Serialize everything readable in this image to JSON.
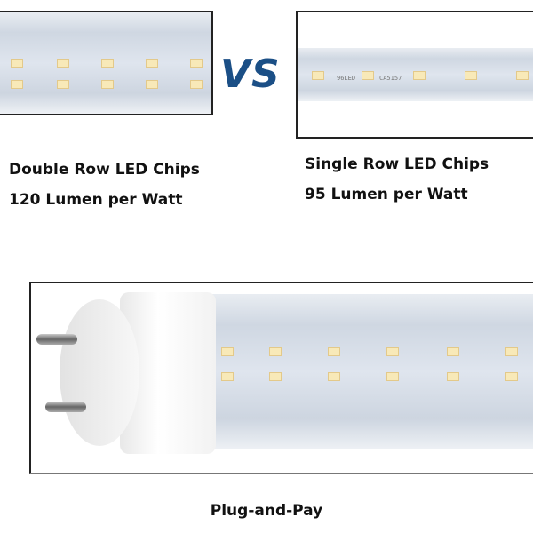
{
  "comparison": {
    "vs_label": "VS",
    "left": {
      "line1": "Double Row LED Chips",
      "line2": "120 Lumen per Watt"
    },
    "right": {
      "line1": "Single Row LED Chips",
      "line2": "95 Lumen per Watt",
      "board_print_1": "96LED",
      "board_print_2": "CA5157"
    }
  },
  "product": {
    "caption": "Plug-and-Pay"
  },
  "colors": {
    "vs": "#1b4f86",
    "led": "#f8e9b8"
  }
}
